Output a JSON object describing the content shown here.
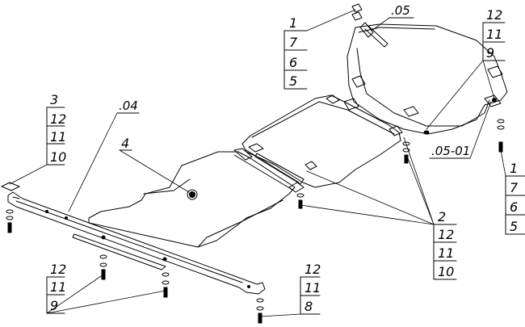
{
  "callouts": {
    "top_left_stack": [
      "3",
      "12",
      "11",
      "10"
    ],
    "part_04_ref": ".04",
    "part_4_ref": "4",
    "top_right_a": [
      "1",
      "7",
      "6",
      "5"
    ],
    "part_05_ref": ".05",
    "top_right_b": [
      "12",
      "11",
      "9"
    ],
    "part_0501_ref": ".05-01",
    "right_stack": [
      "1",
      "7",
      "6",
      "5"
    ],
    "center_stack": [
      "2",
      "12",
      "11",
      "10"
    ],
    "bottom_left_stack": [
      "12",
      "11",
      "9"
    ],
    "bottom_center_stack": [
      "12",
      "11",
      "8"
    ]
  },
  "colors": {
    "line": "#000000",
    "background": "#ffffff"
  }
}
